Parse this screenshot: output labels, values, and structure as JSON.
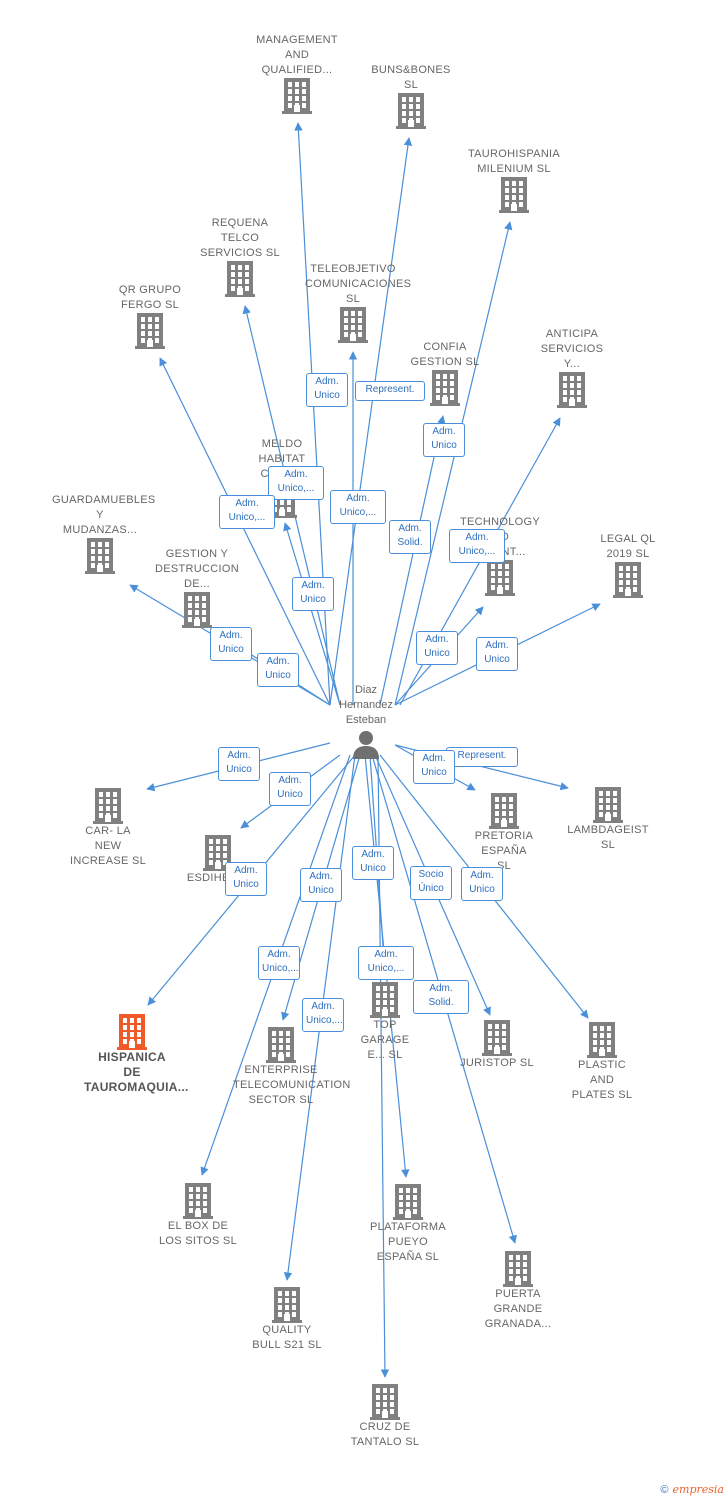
{
  "center": {
    "name": "Diaz\nHernandez\nEsteban"
  },
  "colors": {
    "edge": "#4a8fd9",
    "building": "#808080",
    "highlight": "#f05a28"
  },
  "nodes": [
    {
      "id": "management",
      "label": "MANAGEMENT\nAND\nQUALIFIED..."
    },
    {
      "id": "bunsbones",
      "label": "BUNS&BONES\nSL"
    },
    {
      "id": "taurohispania",
      "label": "TAUROHISPANIA\nMILENIUM SL"
    },
    {
      "id": "requena",
      "label": "REQUENA\nTELCO\nSERVICIOS SL"
    },
    {
      "id": "teleobjetivo",
      "label": "TELEOBJETIVO\nCOMUNICACIONES\nSL"
    },
    {
      "id": "qrgrupo",
      "label": "QR GRUPO\nFERGO SL"
    },
    {
      "id": "confia",
      "label": "CONFIA\nGESTION SL"
    },
    {
      "id": "anticipa",
      "label": "ANTICIPA\nSERVICIOS\nY..."
    },
    {
      "id": "meldo",
      "label": "MELDO\nHABITAT\nCONS..."
    },
    {
      "id": "guardamuebles",
      "label": "GUARDAMUEBLES\nY\nMUDANZAS..."
    },
    {
      "id": "technology",
      "label": "TECHNOLOGY\n...D\n...MENT..."
    },
    {
      "id": "legalql",
      "label": "LEGAL QL\n2019 SL"
    },
    {
      "id": "gestion",
      "label": "GESTION Y\nDESTRUCCION\nDE..."
    },
    {
      "id": "carla",
      "label": "CAR- LA\nNEW\nINCREASE SL"
    },
    {
      "id": "esdihem",
      "label": "ESDIHEM..."
    },
    {
      "id": "pretoria",
      "label": "PRETORIA\nESPAÑA\nSL"
    },
    {
      "id": "lambdageist",
      "label": "LAMBDAGEIST\nSL"
    },
    {
      "id": "hispanica",
      "label": "HISPANICA\nDE\nTAUROMAQUIA...",
      "highlight": true
    },
    {
      "id": "enterprise",
      "label": "ENTERPRISE\nTELECOMUNICATION\nSECTOR SL"
    },
    {
      "id": "topgarage",
      "label": "TOP\nGARAGE\nE... SL"
    },
    {
      "id": "juristop",
      "label": "JURISTOP SL"
    },
    {
      "id": "plastic",
      "label": "PLASTIC\nAND\nPLATES SL"
    },
    {
      "id": "elbox",
      "label": "EL BOX DE\nLOS SITOS SL"
    },
    {
      "id": "plataforma",
      "label": "PLATAFORMA\nPUEYO\nESPAÑA SL"
    },
    {
      "id": "puerta",
      "label": "PUERTA\nGRANDE\nGRANADA..."
    },
    {
      "id": "quality",
      "label": "QUALITY\nBULL S21 SL"
    },
    {
      "id": "cruz",
      "label": "CRUZ DE\nTANTALO SL"
    }
  ],
  "badges": [
    {
      "text": "Adm.\nUnico"
    },
    {
      "text": "Represent."
    },
    {
      "text": "Adm.\nUnico"
    },
    {
      "text": "Adm.\nUnico,..."
    },
    {
      "text": "Adm.\nUnico,..."
    },
    {
      "text": "Adm.\nUnico,..."
    },
    {
      "text": "Adm.\nSolid."
    },
    {
      "text": "Adm.\nUnico,..."
    },
    {
      "text": "Adm.\nUnico"
    },
    {
      "text": "Adm.\nUnico"
    },
    {
      "text": "Adm.\nUnico"
    },
    {
      "text": "Adm.\nUnico"
    },
    {
      "text": "Adm.\nUnico"
    },
    {
      "text": "Adm.\nUnico"
    },
    {
      "text": "Represent."
    },
    {
      "text": "Adm.\nUnico"
    },
    {
      "text": "Adm.\nUnico"
    },
    {
      "text": "Adm.\nUnico"
    },
    {
      "text": "Socio\nÚnico"
    },
    {
      "text": "Adm.\nUnico"
    },
    {
      "text": "Adm.\nUnico"
    },
    {
      "text": "Adm.\nUnico"
    },
    {
      "text": "Adm.\nUnico,..."
    },
    {
      "text": "Adm.\nUnico,..."
    },
    {
      "text": "Adm.\nSolid."
    },
    {
      "text": "Adm.\nUnico,..."
    }
  ],
  "footer": {
    "copyright": "©",
    "brand": "empresia"
  }
}
